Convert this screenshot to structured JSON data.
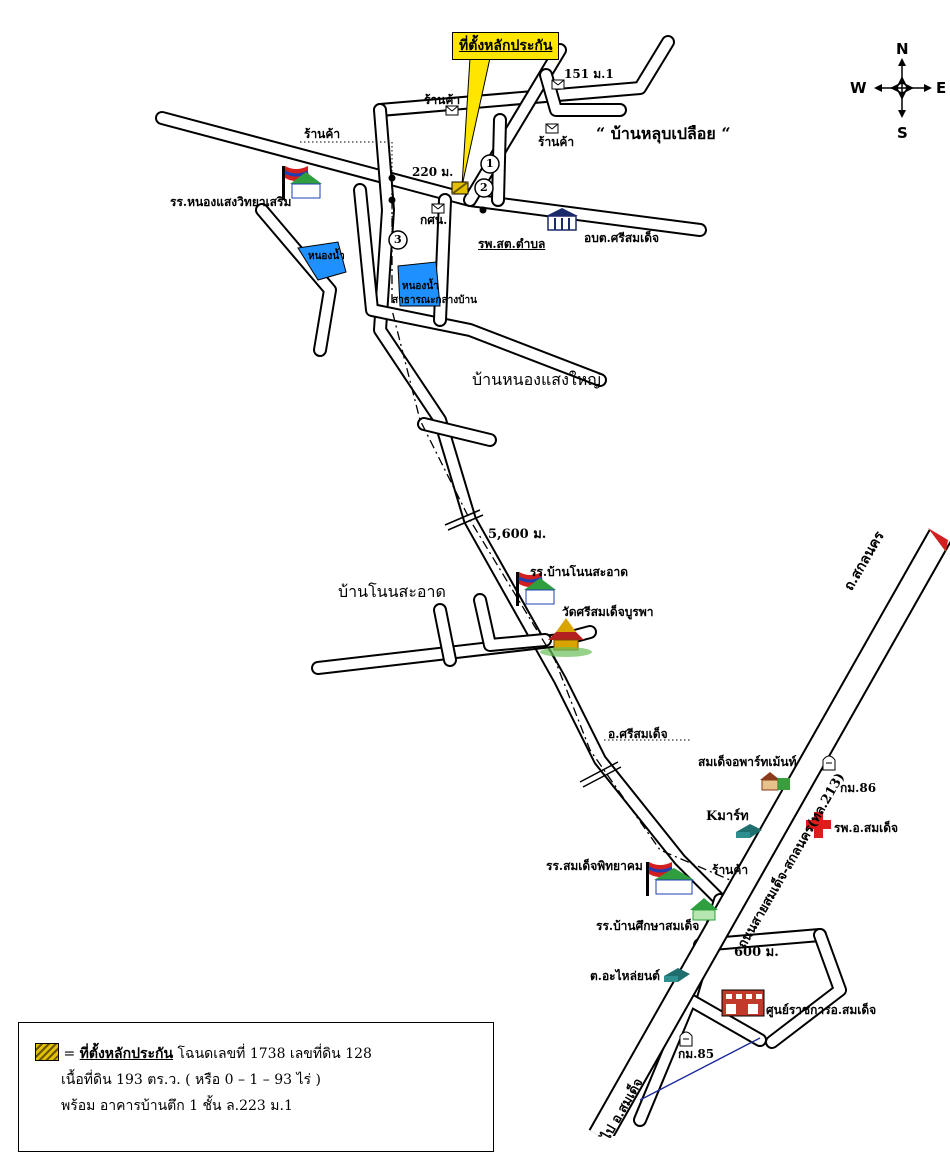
{
  "callout": {
    "label": "ที่ตั้งหลักประกัน"
  },
  "compass": {
    "n": "N",
    "s": "S",
    "e": "E",
    "w": "W"
  },
  "villages": {
    "lub_plueai": "“ บ้านหลุบเปลือย “",
    "nong_saeng_yai": "บ้านหนองแสงใหญ่",
    "non_sa_at": "บ้านโนนสะอาด"
  },
  "labels": {
    "shop1": "ร้านค้า",
    "shop2": "ร้านค้า",
    "shop3": "ร้านค้า",
    "shop4": "ร้านค้า",
    "house151": "151 ม.1",
    "dist220": "220 ม.",
    "dist5600": "5,600 ม.",
    "dist600": "600 ม.",
    "circle1": "1",
    "circle2": "2",
    "circle3": "3",
    "post_office": "กศน.",
    "health_center": "รพ.สต.ตำบล",
    "tao": "อบต.ศรีสมเด็จ",
    "school_nongsaeng": "รร.หนองแสงวิทยาเสริม",
    "pond_left": "หนองน้ำ",
    "pond_mid": "หนองน้ำ",
    "pond_mid2": "สาธารณะกลางบ้าน",
    "school_nonsaat": "รร.บ้านโนนสะอาด",
    "temple": "วัดศรีสมเด็จบูรพา",
    "district": "อ.ศรีสมเด็จ",
    "apartment": "สมเด็จอพาร์ทเม้นท์",
    "km86": "กม.86",
    "kmart": "Kมาร์ท",
    "hospital": "รพ.อ.สมเด็จ",
    "school_somdet": "รร.สมเด็จพิทยาคม",
    "school_ban": "รร.บ้านศึกษาสมเด็จ",
    "dealer": "ต.อะไหล่ยนต์",
    "govt_center": "ศูนย์ราชการอ.สมเด็จ",
    "km85": "กม.85",
    "road_sakon": "ถ.สกลนคร",
    "highway": "ถนนสายสมเด็จ-สกลนคร(ทล.213)",
    "road_somdet": "ไป อ.สมเด็จ"
  },
  "legend": {
    "eq": "=",
    "title": "ที่ตั้งหลักประกัน",
    "line1_rest": "โฉนดเลขที่ 1738 เลขที่ดิน 128",
    "line2": "เนื้อที่ดิน 193 ตร.ว. ( หรือ 0 – 1 – 93 ไร่ )",
    "line3": "พร้อม อาคารบ้านตึก 1 ชั้น ล.223 ม.1"
  },
  "colors": {
    "callout_fill": "#ffe600",
    "pond": "#1e90ff",
    "hospital_cross": "#e01b1b",
    "flag_red": "#d21f1f",
    "flag_blue": "#1f3fb3",
    "school_roof": "#2e9e3e",
    "route_line": "#000000"
  },
  "icons": [
    "compass-icon",
    "school-icon",
    "pond-icon",
    "government-icon",
    "mailbox-icon",
    "temple-icon",
    "hospital-cross-icon",
    "store-icon",
    "km-marker-icon",
    "building-icon"
  ]
}
